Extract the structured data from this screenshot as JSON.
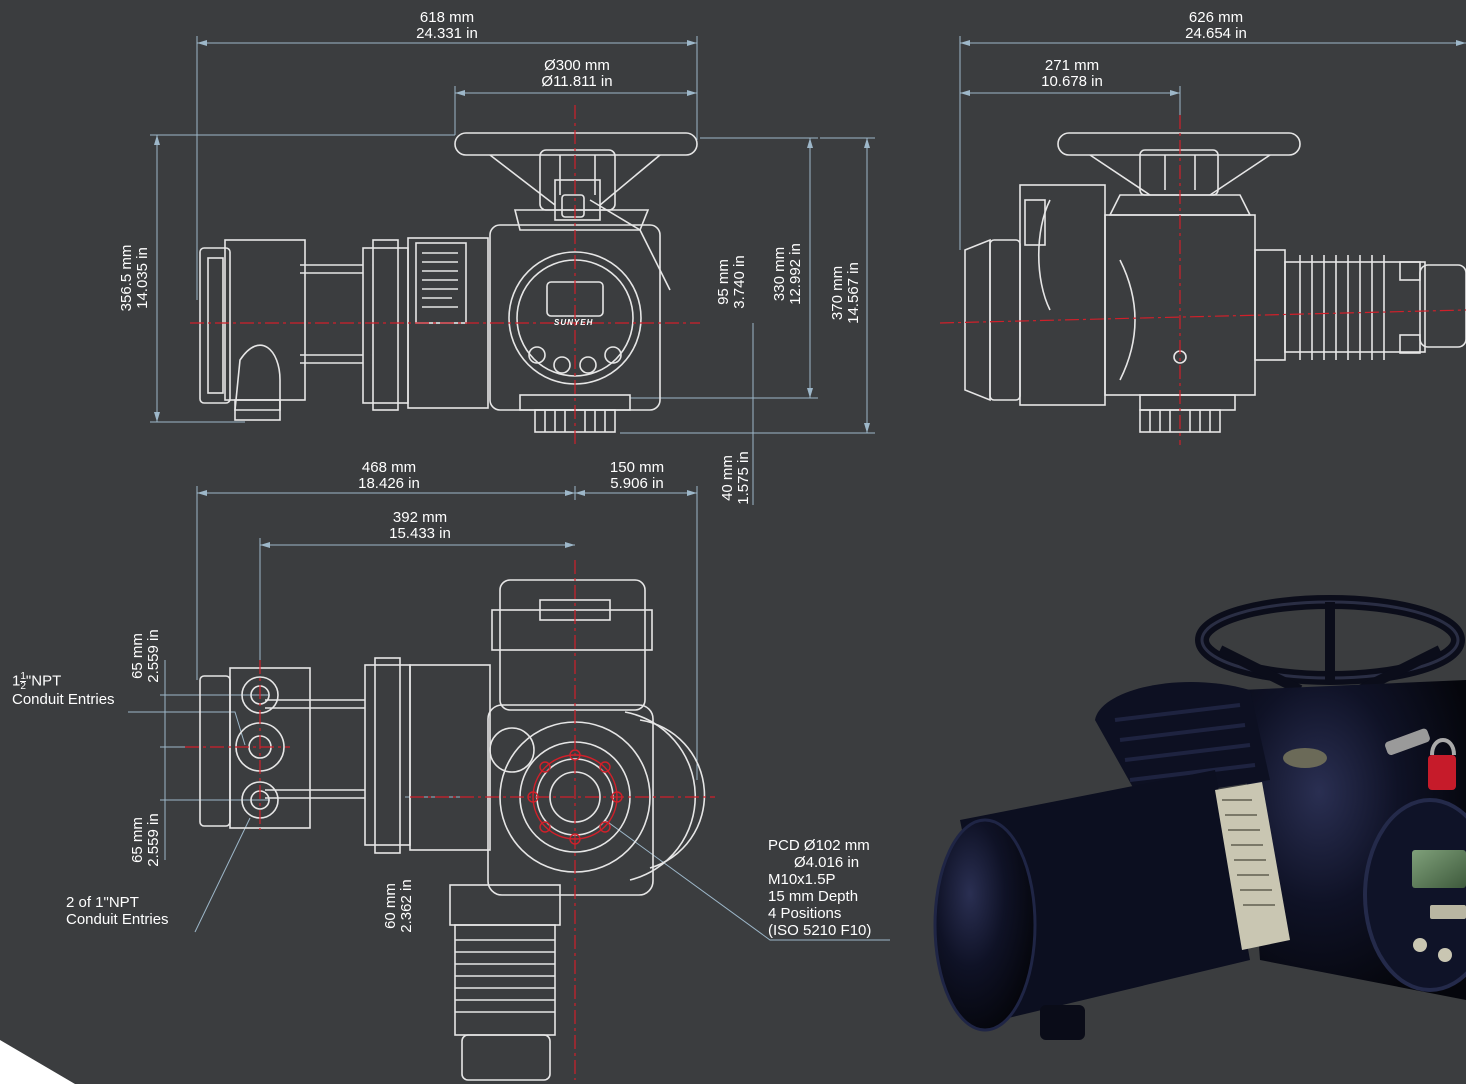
{
  "colors": {
    "background": "#3b3d3f",
    "dimension_line": "#9db7c9",
    "outline": "#e6e6e6",
    "centerline": "#d0202a",
    "actuator_body": "#0b0d1a"
  },
  "dimensions": {
    "front_overall_width": {
      "mm": "618 mm",
      "in": "24.331 in"
    },
    "handwheel_dia": {
      "mm": "Ø300 mm",
      "in": "Ø11.811 in"
    },
    "front_height": {
      "mm": "356.5 mm",
      "in": "14.035 in"
    },
    "axis_height": {
      "mm": "95 mm",
      "in": "3.740 in"
    },
    "top_height": {
      "mm": "330 mm",
      "in": "12.992 in"
    },
    "overall_height": {
      "mm": "370 mm",
      "in": "14.567 in"
    },
    "base_height": {
      "mm": "40 mm",
      "in": "1.575 in"
    },
    "side_overall_width": {
      "mm": "626 mm",
      "in": "24.654 in"
    },
    "side_axis_offset": {
      "mm": "271 mm",
      "in": "10.678 in"
    },
    "top_left_width": {
      "mm": "468 mm",
      "in": "18.426 in"
    },
    "top_right_width": {
      "mm": "150 mm",
      "in": "5.906 in"
    },
    "top_conduit_offset": {
      "mm": "392 mm",
      "in": "15.433 in"
    },
    "conduit_upper_spacing": {
      "mm": "65 mm",
      "in": "2.559 in"
    },
    "conduit_lower_spacing": {
      "mm": "65 mm",
      "in": "2.559 in"
    },
    "flange_offset": {
      "mm": "60 mm",
      "in": "2.362 in"
    }
  },
  "notes": {
    "large_conduit": {
      "whole": "1",
      "num": "1",
      "den": "2",
      "suffix": "\"NPT",
      "line2": "Conduit Entries"
    },
    "small_conduit": {
      "line1": "2 of 1\"NPT",
      "line2": "Conduit Entries"
    },
    "flange": {
      "line1": "PCD Ø102 mm",
      "line2": "Ø4.016 in",
      "line3": "M10x1.5P",
      "line4": "15 mm Depth",
      "line5": "4 Positions",
      "line6": "(ISO 5210 F10)"
    }
  },
  "brand": {
    "panel_logo": "SUNYEH"
  },
  "icons": [
    "handwheel-icon",
    "padlock-icon",
    "display-window-icon",
    "control-knob-icon"
  ]
}
